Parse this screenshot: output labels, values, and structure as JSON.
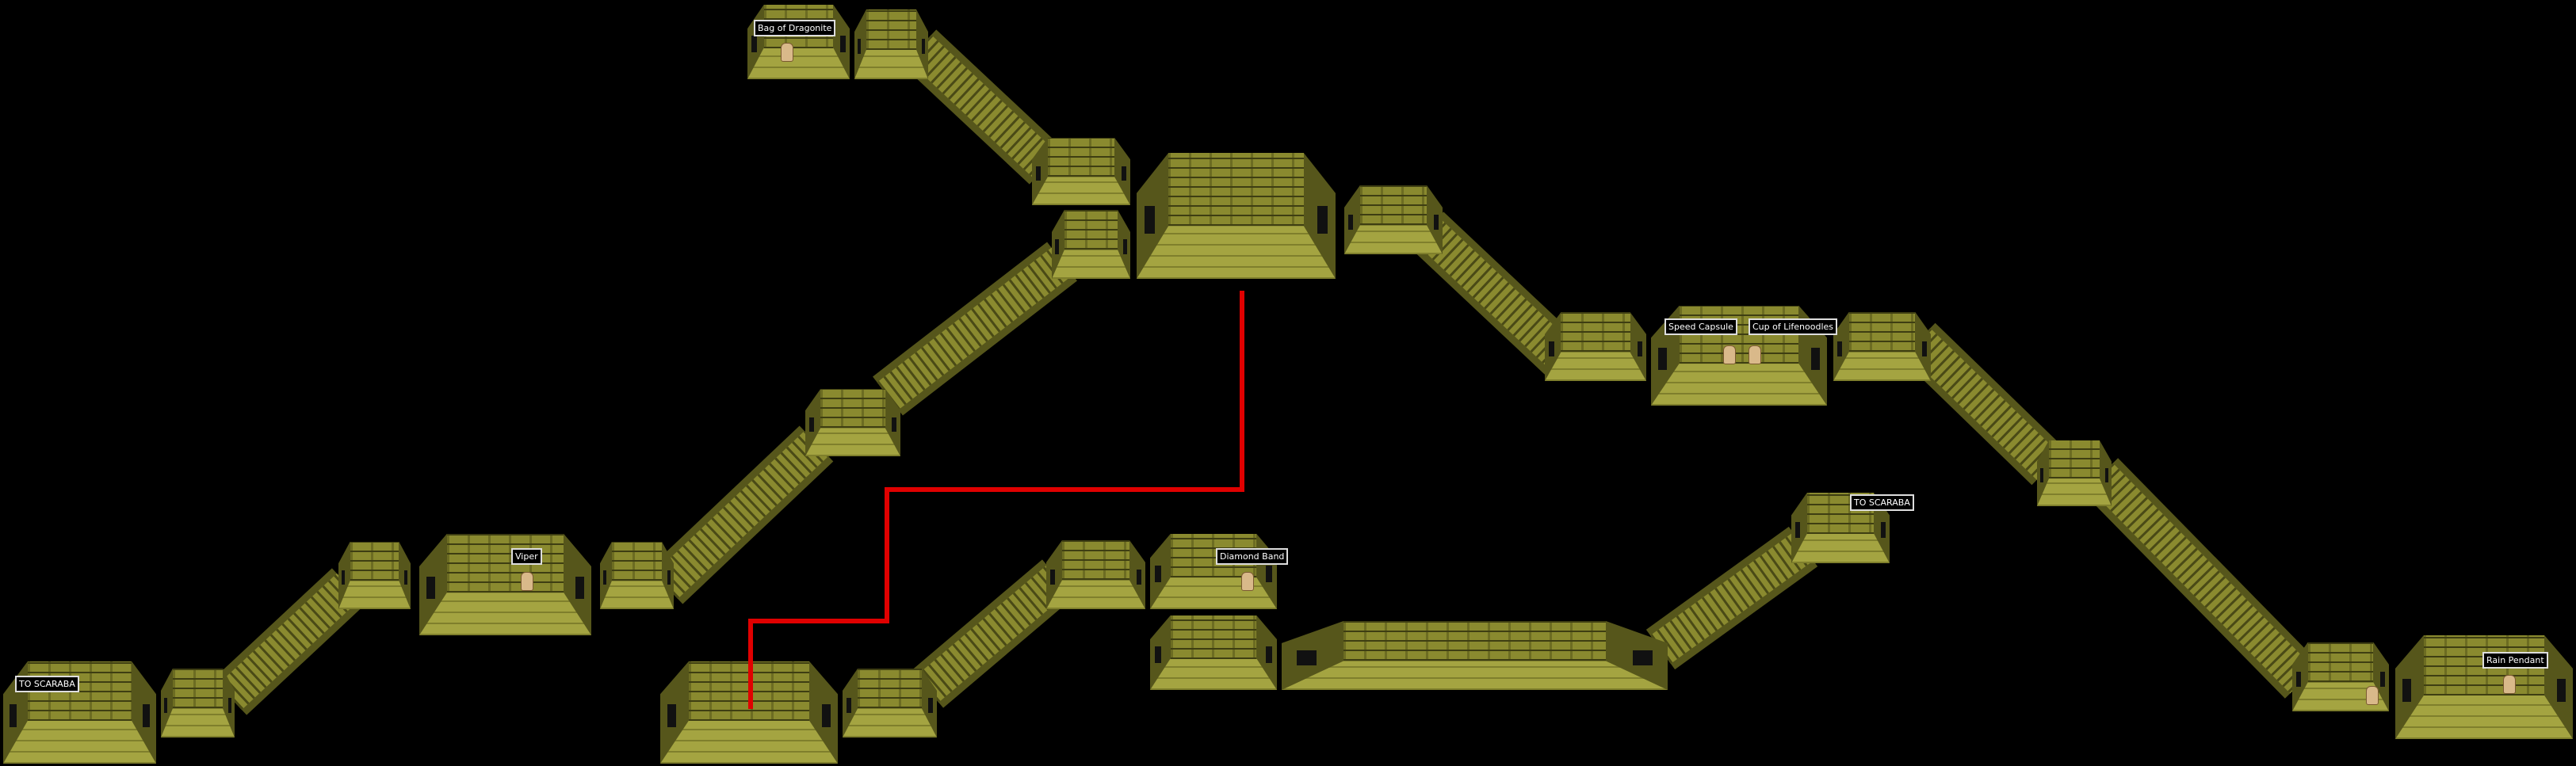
{
  "map": {
    "labels": {
      "to_scaraba_west": "TO SCARABA",
      "viper": "Viper",
      "bag_of_dragonite": "Bag of Dragonite",
      "speed_capsule": "Speed Capsule",
      "cup_of_lifenoodles": "Cup of Lifenoodles",
      "diamond_band": "Diamond Band",
      "to_scaraba_east": "TO SCARABA",
      "rain_pendant": "Rain Pendant"
    },
    "colors": {
      "route": "#e00000",
      "floor": "#a4a441",
      "wall": "#56561b"
    }
  }
}
